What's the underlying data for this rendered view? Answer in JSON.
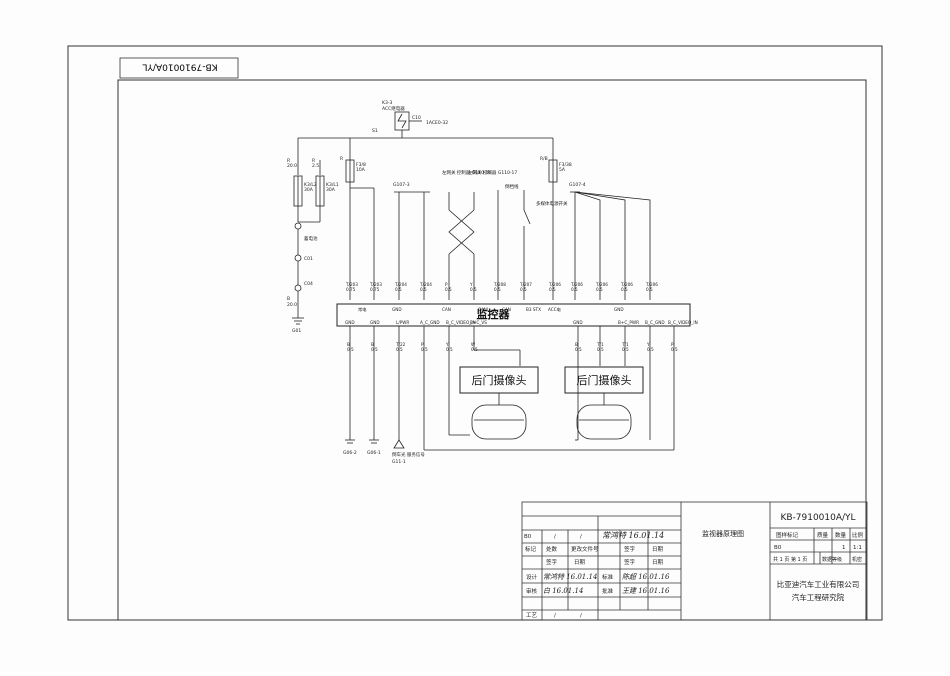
{
  "stamp": {
    "code_rotated": "KB-7910010A/YL"
  },
  "diagram": {
    "relay": {
      "label": "K3-3",
      "sub": "ACC继电器",
      "coil": "C10",
      "module": "1ACE0-32",
      "pin": "S1"
    },
    "fuses": [
      {
        "wire": "R",
        "size": "20.0",
        "name": "K3/L2",
        "amp": "30A"
      },
      {
        "wire": "R",
        "size": "2.5",
        "name": "K3/L1",
        "amp": "30A"
      },
      {
        "wire": "R",
        "size": "",
        "name": "F3/8",
        "amp": "10A"
      },
      {
        "wire": "R/B",
        "size": "",
        "name": "F3/38",
        "amp": "5A"
      }
    ],
    "left_parts": {
      "battery": "蓄电池",
      "bat_conn": "C01",
      "bat_pin": "C04",
      "ground_w": "B",
      "ground_s": "20.0",
      "ground_label": "G01"
    },
    "connectors": {
      "top_left": "G107-3",
      "top_right": "G107-4",
      "mid1": "左网关\n控制器\nG110-16",
      "mid2": "左网关\n控制器\nG110-17",
      "switch_label": "倒档线",
      "switch_side": "多媒体电源开关"
    },
    "top_wires": [
      {
        "code": "T/203",
        "size": "0.75"
      },
      {
        "code": "T/203",
        "size": "0.75"
      },
      {
        "code": "T/204",
        "size": "0.5"
      },
      {
        "code": "T/204",
        "size": "0.5"
      },
      {
        "code": "P",
        "size": "0.5"
      },
      {
        "code": "Y",
        "size": "0.5"
      },
      {
        "code": "T/208",
        "size": "0.5"
      },
      {
        "code": "T/207",
        "size": "0.5"
      },
      {
        "code": "T/206",
        "size": "0.5"
      },
      {
        "code": "T/206",
        "size": "0.5"
      },
      {
        "code": "T/206",
        "size": "0.5"
      },
      {
        "code": "T/206",
        "size": "0.5"
      },
      {
        "code": "T/206",
        "size": "0.5"
      }
    ],
    "top_pins": [
      "常电",
      "GND",
      "CAN",
      "CANL",
      "CAN",
      "B3 STX",
      "ACC电",
      "GND"
    ],
    "monitor": "监控器",
    "bottom_pins": [
      "GND",
      "GND",
      "L/PWR",
      "A_C_GND",
      "B_C_VIDEO_IN",
      "B+C_VS",
      "GND",
      "B+C_PWR",
      "B_C_GND",
      "B_C_VIDEO_IN"
    ],
    "bottom_wires": [
      {
        "code": "B",
        "size": "0.5"
      },
      {
        "code": "B",
        "size": "0.5"
      },
      {
        "code": "T/22",
        "size": "0.5"
      },
      {
        "code": "P",
        "size": "0.5"
      },
      {
        "code": "Y",
        "size": "0.5"
      },
      {
        "code": "W",
        "size": "0.5"
      },
      {
        "code": "B",
        "size": "0.5"
      },
      {
        "code": "T/1",
        "size": "0.5"
      },
      {
        "code": "T/1",
        "size": "0.5"
      },
      {
        "code": "Y",
        "size": "0.5"
      },
      {
        "code": "P",
        "size": "0.5"
      }
    ],
    "cameras": [
      "后门摄像头",
      "后门摄像头"
    ],
    "grounds": [
      "G06-2",
      "G06-1"
    ],
    "signal": {
      "label": "倒车光\n服务信号",
      "code": "G11-1"
    }
  },
  "titleblock": {
    "drawing_title": "监视器原理图",
    "drawing_number": "KB-7910010A/YL",
    "rev_row": [
      "B0",
      "/",
      "/"
    ],
    "rev_sign": "常鸿特 16.01.14",
    "header_row": [
      "标记",
      "处数",
      "更改文件号",
      "签字",
      "日期"
    ],
    "header_row2": [
      "签字",
      "日期",
      "签字",
      "日期"
    ],
    "roles": [
      "设计",
      "审核",
      "工艺"
    ],
    "role_right": [
      "标准",
      "批准"
    ],
    "sign_design": "常鸿特 16.01.14",
    "sign_review": "白 16.01.14",
    "sign_standard": "陈超 16.01.16",
    "sign_approve": "王建 16.01.16",
    "craft": [
      "/",
      "/"
    ],
    "right_headers": [
      "图样标记",
      "质量",
      "数量",
      "比例"
    ],
    "right_vals": [
      "B0",
      "1",
      "1:1"
    ],
    "sheet": "共 1 页  第 1 页",
    "secrecy": "数据等级",
    "secret_val": "机密",
    "company": "比亚迪汽车工业有限公司",
    "institute": "汽车工程研究院"
  }
}
